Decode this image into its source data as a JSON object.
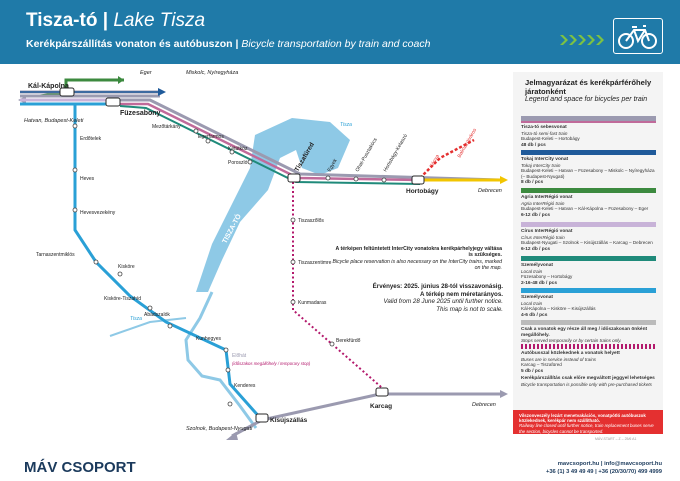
{
  "header": {
    "title_hu": "Tisza-tó",
    "title_en": "Lake Tisza",
    "subtitle_hu": "Kerékpárszállítás vonaton és autóbuszon",
    "subtitle_en": "Bicycle transportation by train and coach"
  },
  "colors": {
    "header": "#1f7aa8",
    "lake": "#8ec9e6",
    "line_intercity": "#9b9ab0",
    "line_agria": "#3c8a3f",
    "line_local": "#2aa0d6",
    "line_cirus": "#c8b3d8",
    "line_bus": "#b3196c",
    "line_red": "#e43030",
    "line_yellow": "#f2c500"
  },
  "map": {
    "stations": {
      "kal_kapolna": "Kál-Kápolna",
      "fuzesabony": "Füzesabony",
      "mezotarkany": "Mezőtárkány",
      "egerfarmos": "Egerfarmos",
      "kotelek": "Kétútköz",
      "poroszlo": "Poroszló",
      "tiszafured": "Tiszafüred",
      "egyek": "Egyek",
      "ohat": "Ohat-Pusztakócs",
      "hortobagy_kalaz": "Hortobágy-Kelaszó",
      "hortobagy": "Hortobágy",
      "konya": "Kónya",
      "balmazujvaros": "Balmazújváros",
      "debrecen1": "Debrecen",
      "erdotelek": "Erdőtelek",
      "heves": "Heves",
      "hevesvezekeny": "Hevesvezekény",
      "tarnaszentmiklos": "Tarnaszentmiklós",
      "kiskore": "Kisköre",
      "kiskore_tiszahid": "Kisköre-Tiszahíd",
      "abadszalok": "Abádszalók",
      "kunhegyes": "Kunhegyes",
      "tiszaszolos": "Tiszaszőlős",
      "tiszaszentimre": "Tiszaszentimre",
      "kunmadaras": "Kunmadaras",
      "berekfurdo": "Berekfürdő",
      "karcag": "Karcag",
      "debrecen2": "Debrecen",
      "kenderes": "Kenderes",
      "kisujszallas": "Kisújszállás",
      "elohat": "Előhát",
      "elohat_note": "(időszakos megállóhely / temporary stop)"
    },
    "destinations": {
      "eger": "Eger",
      "miskolc": "Miskolc, Nyíregyháza",
      "hatvan": "Hatvan, Budapest-Keleti",
      "szolnok": "Szolnok, Budapest-Nyugati"
    },
    "rivers": {
      "tisza_top": "Tisza",
      "tisza_left": "Tisza",
      "lake": "TISZA-TÓ"
    },
    "info_hu": "A térképen feltüntetett InterCity vonatokra kerékpárhelyjegy váltása is szükséges.",
    "info_en": "Bicycle place reservation is also necessary on the InterCity trains, marked on the map.",
    "valid_hu": "Érvényes: 2025. június 28-tól visszavonásig.",
    "scale_hu": "A térkép nem méretarányos.",
    "valid_en": "Valid from 28 June 2025 until further notice.",
    "scale_en": "This map is not to scale."
  },
  "legend": {
    "title_hu": "Jelmagyarázat és kerékpárférőhely járatonként",
    "title_en": "Legend and space for bicycles per train",
    "items": [
      {
        "name": "Tisza-tó sebesvonat",
        "en": "Tisza-tó semi-fast train",
        "route": "Budapest-Keleti – Hortobágy",
        "cap": "48 db / pcs"
      },
      {
        "name": "Tokaj InterCity vonat",
        "en": "Tokaj InterCity train",
        "route": "Budapest-Keleti – Hatvan – Füzesabony – Miskolc – Nyíregyháza (– Budapest-Nyugati)",
        "cap": "8 db / pcs"
      },
      {
        "name": "Agria InterRégió vonat",
        "en": "Agria InterRégió train",
        "route": "Budapest-Keleti – Hatvan – Kál-Kápolna – Füzesabony – Eger",
        "cap": "6-12 db / pcs"
      },
      {
        "name": "Círus InterRégió vonat",
        "en": "Círus InterRégió train",
        "route": "Budapest-Nyugati – Szolnok – Kisújszállás – Karcag – Debrecen",
        "cap": "6-12 db / pcs"
      },
      {
        "name": "Személyvonat",
        "en": "Local train",
        "route": "Füzesabony – Hortobágy",
        "cap": "2-16-48 db / pcs"
      },
      {
        "name": "Személyvonat",
        "en": "Local train",
        "route": "Kál-Kápolna – Kisköre – Kisújszállás",
        "cap": "4-6 db / pcs"
      },
      {
        "name": "Csak a vonatok egy része áll meg / időszakosan önként megállóhely.",
        "en": "Stops served temporarily or by certain trains only.",
        "route": "",
        "cap": ""
      },
      {
        "name": "Autóbusszal közlekednek a vonatok helyett",
        "en": "Buses are in service instead of trains",
        "route": "Karcag – Tiszafüred",
        "cap": "5 db / pcs"
      },
      {
        "name": "Kerékpárszállítás csak előre megváltott jeggyel lehetséges",
        "en": "Bicycle transportation is possible only with pre-purchased tickets",
        "route": "",
        "cap": ""
      }
    ],
    "red_note_hu": "Vilszonveszély lezárt menetvakációs, vonatpótló autóbuszok közlekednek, kerékpár nem szállítható.",
    "red_note_en": "Railway line closed until further notice, train replacement buses serve the section, bicycles cannot be transported.",
    "code": "MÁV-START – Z – 25/6 A1"
  },
  "footer": {
    "logo": "MÁV CSOPORT",
    "web": "mavcsoport.hu | info@mavcsoport.hu",
    "phone": "+36 (1) 3 49 49 49 | +36 (20/30/70) 499 4999"
  }
}
